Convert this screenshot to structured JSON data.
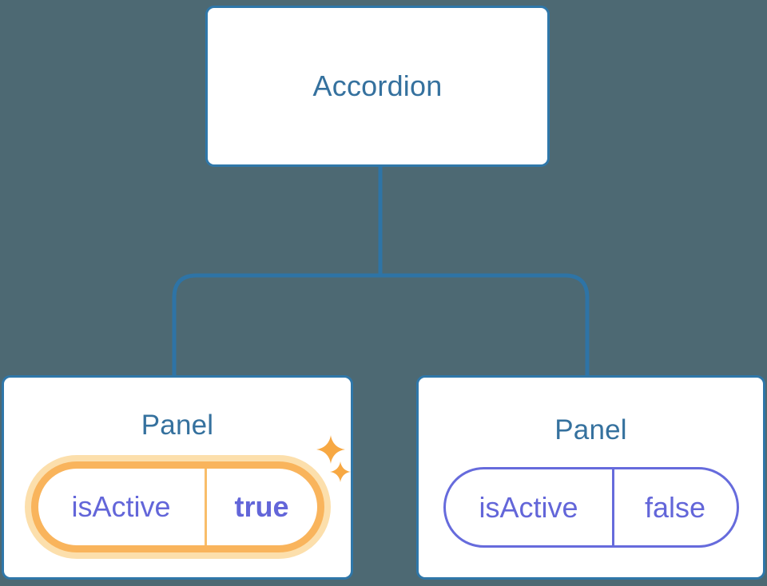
{
  "colors": {
    "background": "#4d6973",
    "line": "#2e74a6",
    "box-border": "#2f77a9",
    "box-bg": "#ffffff",
    "title-text": "#35719e",
    "state-text": "#6366d9",
    "state-border": "#666bdc",
    "active-border": "#f9b45c",
    "active-halo": "#fcdfac",
    "active-divider": "#f8bd69",
    "sparkle": "#f7a843"
  },
  "tree": {
    "root": {
      "label": "Accordion"
    },
    "children": [
      {
        "label": "Panel",
        "state": {
          "key": "isActive",
          "value": "true",
          "active": true
        }
      },
      {
        "label": "Panel",
        "state": {
          "key": "isActive",
          "value": "false",
          "active": false
        }
      }
    ]
  }
}
